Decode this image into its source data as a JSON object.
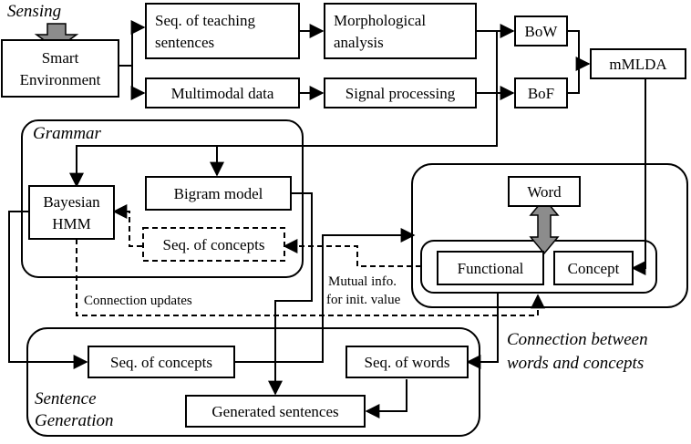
{
  "sections": {
    "sensing": "Sensing",
    "grammar": "Grammar",
    "sentence_generation_line1": "Sentence",
    "sentence_generation_line2": "Generation",
    "connection_line1": "Connection between",
    "connection_line2": "words and concepts"
  },
  "boxes": {
    "smart_env_line1": "Smart",
    "smart_env_line2": "Environment",
    "teaching_line1": "Seq. of teaching",
    "teaching_line2": "sentences",
    "morph_line1": "Morphological",
    "morph_line2": "analysis",
    "multimodal": "Multimodal data",
    "signal": "Signal processing",
    "bow": "BoW",
    "bof": "BoF",
    "mmlda": "mMLDA",
    "bayesian_line1": "Bayesian",
    "bayesian_line2": "HMM",
    "bigram": "Bigram model",
    "seq_concepts_grammar": "Seq. of concepts",
    "word": "Word",
    "functional": "Functional",
    "concept": "Concept",
    "seq_concepts_gen": "Seq. of concepts",
    "seq_words": "Seq. of words",
    "generated": "Generated sentences"
  },
  "annotations": {
    "connection_updates": "Connection updates",
    "mutual_line1": "Mutual info.",
    "mutual_line2": "for init. value"
  }
}
